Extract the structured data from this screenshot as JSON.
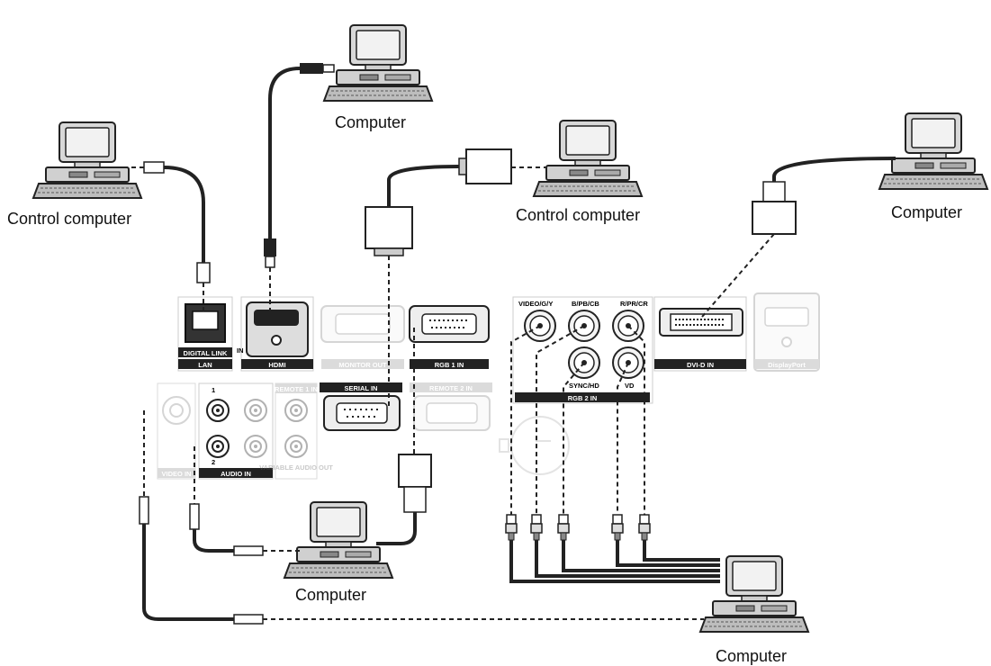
{
  "computer_labels": {
    "top_hdmi": "Computer",
    "top_left": "Control computer",
    "top_mid": "Control computer",
    "top_right": "Computer",
    "bottom_mid": "Computer",
    "bottom_right": "Computer"
  },
  "ports": {
    "digital_link": "DIGITAL LINK",
    "lan": "LAN",
    "hdmi_in": "IN",
    "hdmi": "HDMI",
    "monitor_out": "MONITOR OUT",
    "rgb1_in": "RGB 1 IN",
    "serial_in": "SERIAL IN",
    "remote2_in": "REMOTE 2 IN",
    "remote1_in": "REMOTE 1 IN",
    "audio_in_1": "1",
    "audio_in_2": "2",
    "audio_in": "AUDIO IN",
    "video_in": "VIDEO IN",
    "variable_audio_out": "VARIABLE AUDIO OUT",
    "video_g_y": "VIDEO/G/Y",
    "b_pb_cb": "B/PB/CB",
    "r_pr_cr": "R/PR/CR",
    "sync_hd": "SYNC/HD",
    "vd": "VD",
    "rgb2_in": "RGB 2 IN",
    "dvid_in": "DVI-D IN",
    "displayport": "DisplayPort"
  }
}
